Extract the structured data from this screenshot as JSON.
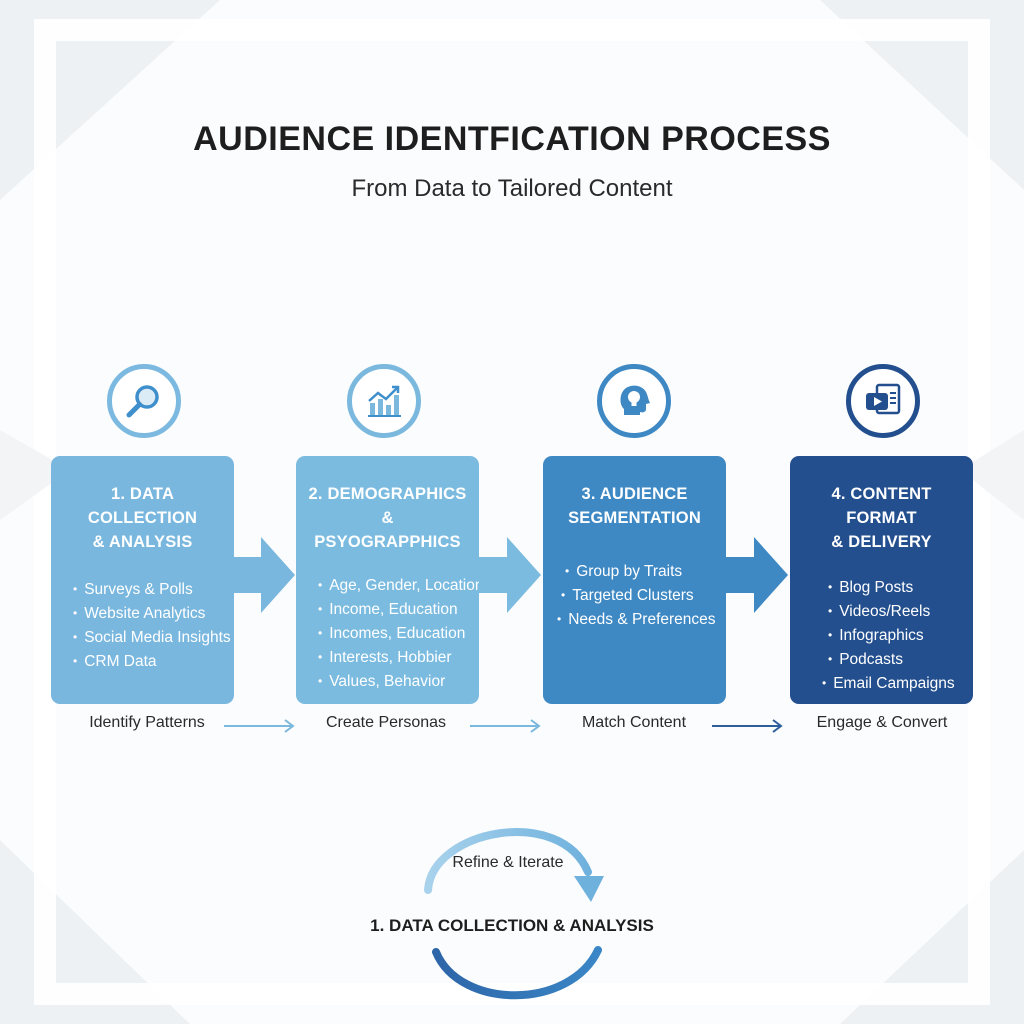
{
  "header": {
    "title": "AUDIENCE IDENTFICATION PROCESS",
    "subtitle": "From Data to Tailored Content"
  },
  "steps": [
    {
      "icon": "magnifier-icon",
      "title_lines": [
        "1. DATA COLLECTION",
        "& ANALYSIS"
      ],
      "items": [
        "Surveys & Polls",
        "Website Analytics",
        "Social Media Insights",
        "CRM Data"
      ],
      "caption": "Identify Patterns",
      "color": "#79b7df"
    },
    {
      "icon": "bar-chart-icon",
      "title_lines": [
        "2. DEMOGRAPHICS &",
        "PSYOGRAPPHICS"
      ],
      "items": [
        "Age, Gender, Location",
        "Income, Education",
        "Incomes, Education",
        "Interests, Hobbier",
        "Values, Behavior"
      ],
      "caption": "Create Personas",
      "color": "#7bbbe0"
    },
    {
      "icon": "lightbulb-head-icon",
      "title_lines": [
        "3. AUDIENCE",
        "SEGMENTATION"
      ],
      "items": [
        "Group by Traits",
        "Targeted Clusters",
        "Needs & Preferences"
      ],
      "caption": "Match Content",
      "color": "#3e88c4"
    },
    {
      "icon": "video-document-icon",
      "title_lines": [
        "4. CONTENT FORMAT",
        "& DELIVERY"
      ],
      "items": [
        "Blog Posts",
        "Videos/Reels",
        "Infographics",
        "Podcasts",
        "Email Campaigns"
      ],
      "caption": "Engage & Convert",
      "color": "#234f8e"
    }
  ],
  "cycle": {
    "label": "Refine & Iterate",
    "step": "1. DATA COLLECTION & ANALYSIS"
  }
}
